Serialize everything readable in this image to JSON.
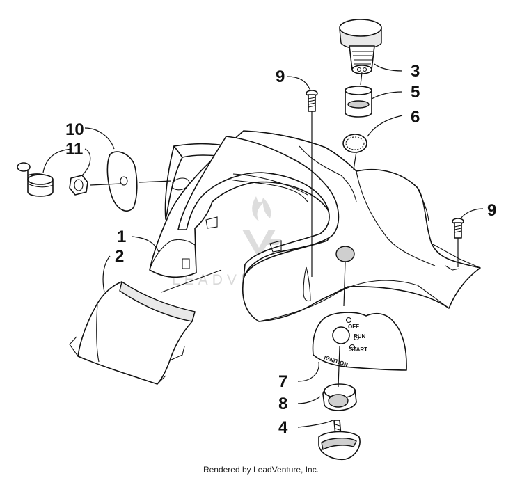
{
  "callouts": {
    "c1": "1",
    "c2": "2",
    "c3": "3",
    "c4": "4",
    "c5": "5",
    "c6": "6",
    "c7": "7",
    "c8": "8",
    "c9a": "9",
    "c9b": "9",
    "c10": "10",
    "c11": "11"
  },
  "ignition_plate": {
    "off": "OFF",
    "run": "RUN",
    "start": "START",
    "ignition": "IGNITION"
  },
  "watermark": "LEADVENTURE",
  "footer": "Rendered by LeadVenture, Inc."
}
